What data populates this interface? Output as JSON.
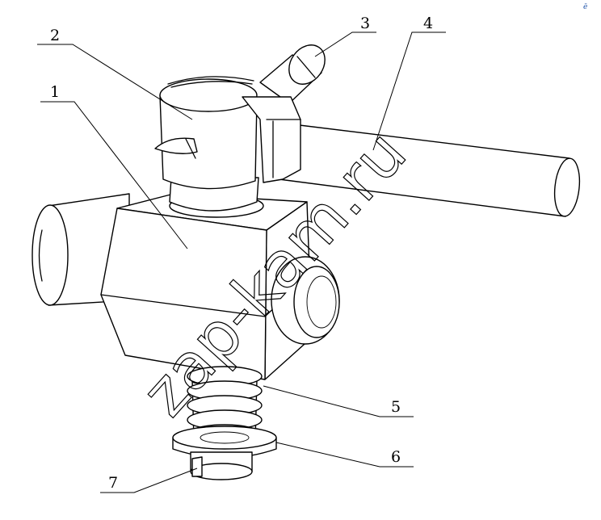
{
  "callouts": [
    "1",
    "2",
    "3",
    "4",
    "5",
    "6",
    "7"
  ],
  "watermark": "zap-kam.ru",
  "corner_mark": "ℯ̄",
  "colors": {
    "stroke": "#000000",
    "background": "#ffffff",
    "corner_mark": "#2255aa"
  }
}
